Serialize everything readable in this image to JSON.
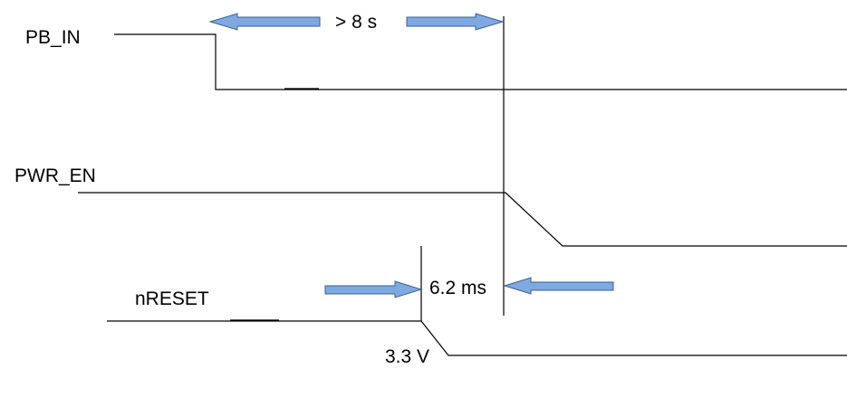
{
  "signals": {
    "pb_in": "PB_IN",
    "pwr_en": "PWR_EN",
    "nreset": "nRESET"
  },
  "intervals": {
    "long_press": "> 8 s",
    "reset_delay": "6.2 ms"
  },
  "levels": {
    "nreset_level": "3.3 V"
  },
  "colors": {
    "line": "#000000",
    "arrow_fill": "#7ea9e1",
    "arrow_stroke": "#3a5f93"
  }
}
